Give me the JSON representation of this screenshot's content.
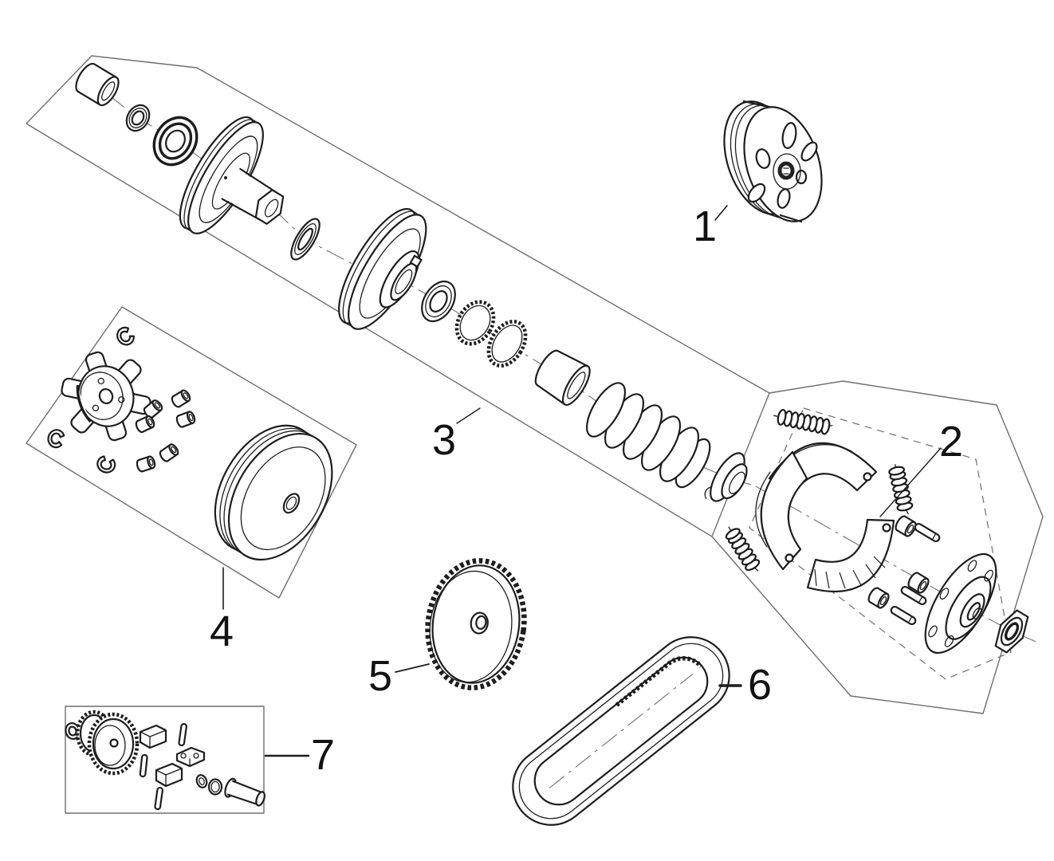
{
  "diagram": {
    "type": "exploded-parts-diagram",
    "colors": {
      "bg": "#ffffff",
      "line": "#1d1d1d",
      "boundary": "#6e6e6e",
      "axis": "#7a7a7a"
    },
    "callouts": [
      {
        "label": "1",
        "part": "clutch-bell"
      },
      {
        "label": "2",
        "part": "centrifugal-clutch-assembly"
      },
      {
        "label": "3",
        "part": "driven-pulley-assembly"
      },
      {
        "label": "4",
        "part": "variator-assembly"
      },
      {
        "label": "5",
        "part": "driven-gear"
      },
      {
        "label": "6",
        "part": "drive-belt"
      },
      {
        "label": "7",
        "part": "small-parts-kit"
      }
    ]
  }
}
